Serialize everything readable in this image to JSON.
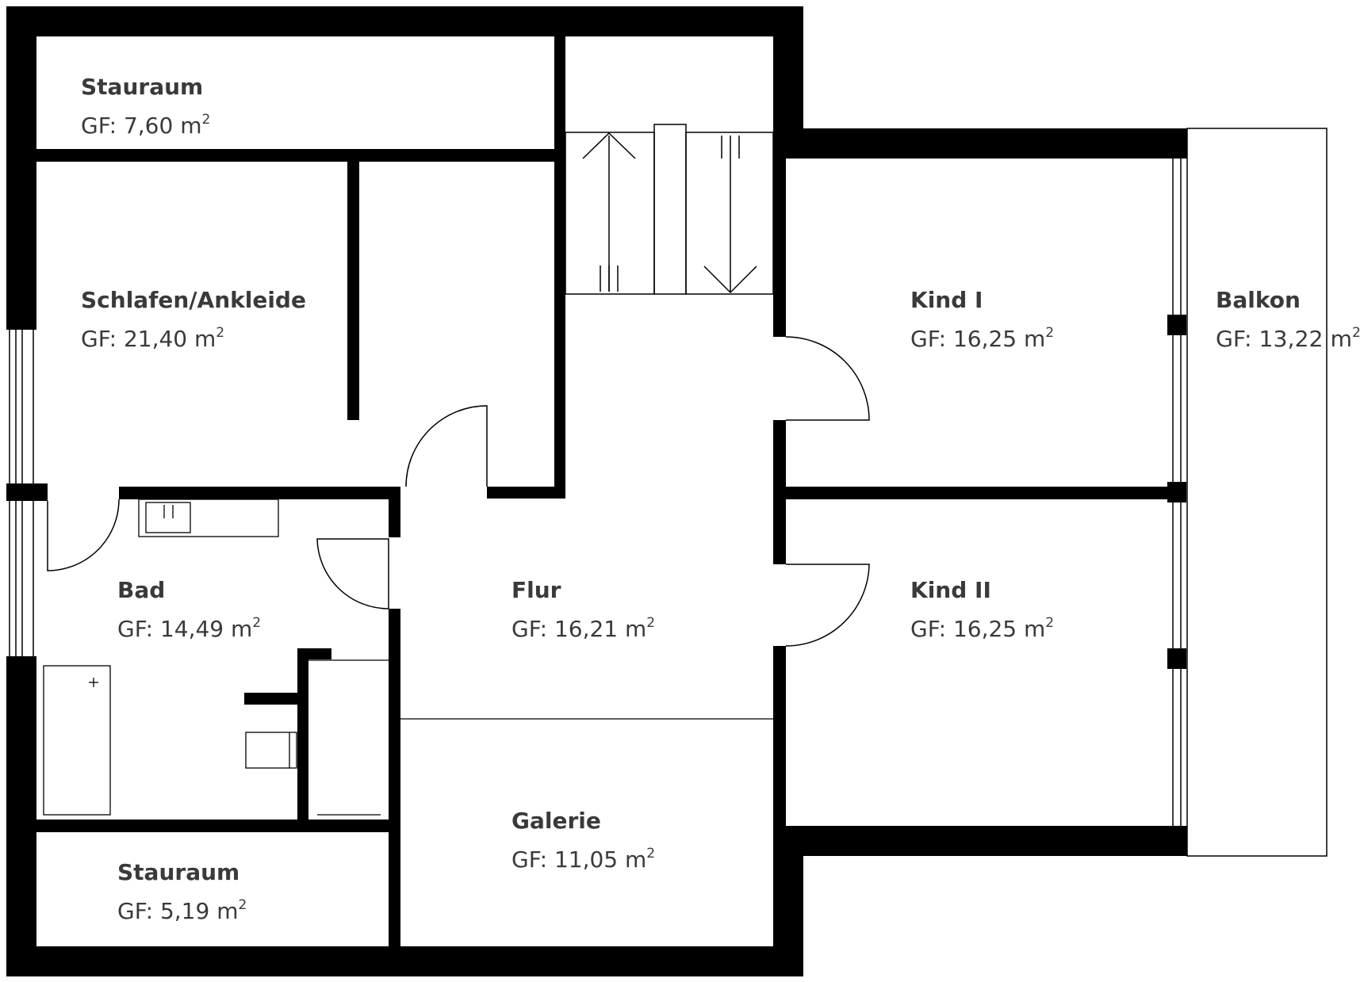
{
  "rooms": [
    {
      "id": "stauraum-top",
      "name": "Stauraum",
      "area_prefix": "GF: 7,60 m",
      "area_exp": "2"
    },
    {
      "id": "schlafen",
      "name": "Schlafen/Ankleide",
      "area_prefix": "GF: 21,40 m",
      "area_exp": "2"
    },
    {
      "id": "bad",
      "name": "Bad",
      "area_prefix": "GF: 14,49 m",
      "area_exp": "2"
    },
    {
      "id": "stauraum-bottom",
      "name": "Stauraum",
      "area_prefix": "GF: 5,19 m",
      "area_exp": "2"
    },
    {
      "id": "flur",
      "name": "Flur",
      "area_prefix": "GF: 16,21 m",
      "area_exp": "2"
    },
    {
      "id": "galerie",
      "name": "Galerie",
      "area_prefix": "GF: 11,05 m",
      "area_exp": "2"
    },
    {
      "id": "kind1",
      "name": "Kind I",
      "area_prefix": "GF: 16,25 m",
      "area_exp": "2"
    },
    {
      "id": "kind2",
      "name": "Kind II",
      "area_prefix": "GF: 16,25 m",
      "area_exp": "2"
    },
    {
      "id": "balkon",
      "name": "Balkon",
      "area_prefix": "GF: 13,22 m",
      "area_exp": "2"
    }
  ],
  "colors": {
    "wall": "#000000",
    "text": "#3a3a3a",
    "background": "#ffffff"
  }
}
